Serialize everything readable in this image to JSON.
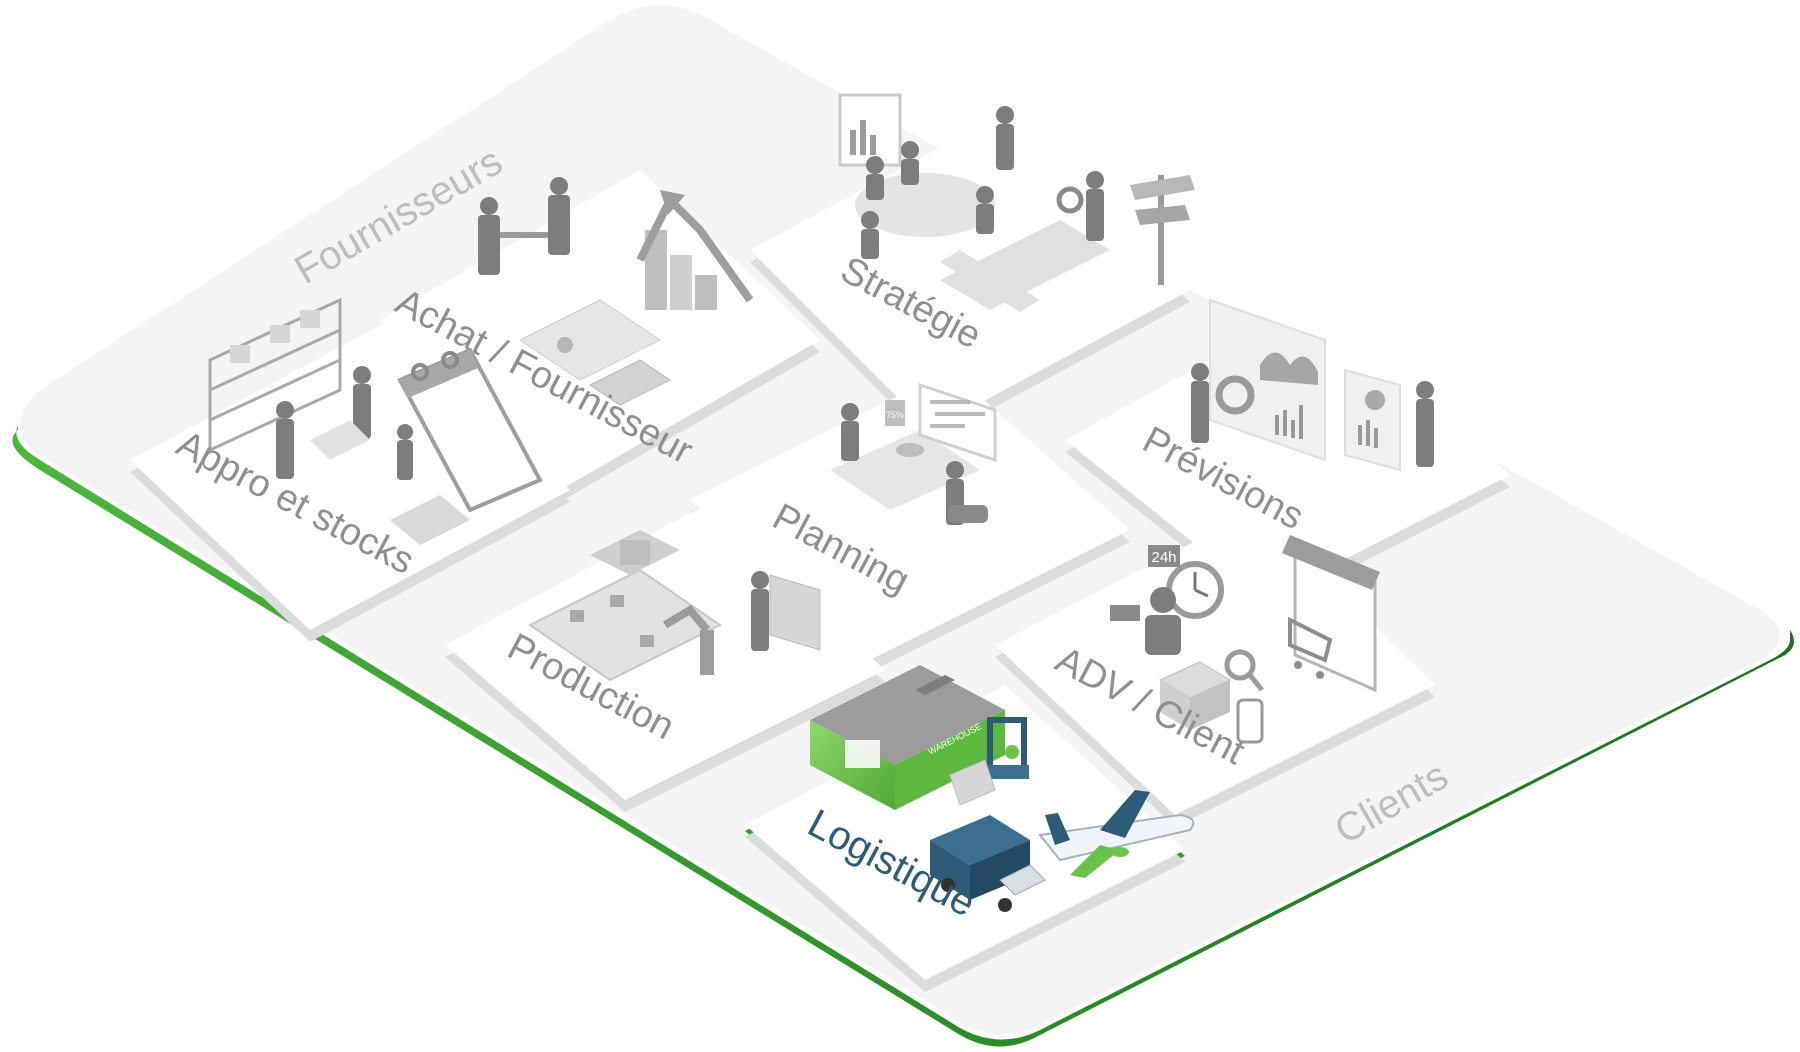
{
  "regions": {
    "suppliers": "Fournisseurs",
    "clients": "Clients"
  },
  "tiles": {
    "achat": "Achat / Fournisseur",
    "strategie": "Stratégie",
    "appro": "Appro et stocks",
    "planning": "Planning",
    "previsions": "Prévisions",
    "production": "Production",
    "adv": "ADV / Client",
    "logistique": "Logistique"
  },
  "icon_text": {
    "warehouse_sign": "WAREHOUSE",
    "clock_24h": "24h",
    "percent": "75%"
  },
  "colors": {
    "board": "#f4f4f4",
    "board_edge": "#3a9a33",
    "tile": "#ffffff",
    "tile_side": "#dedede",
    "label": "#8f8f8f",
    "highlight_green": "#6cc24a",
    "highlight_navy": "#2e5b78"
  }
}
